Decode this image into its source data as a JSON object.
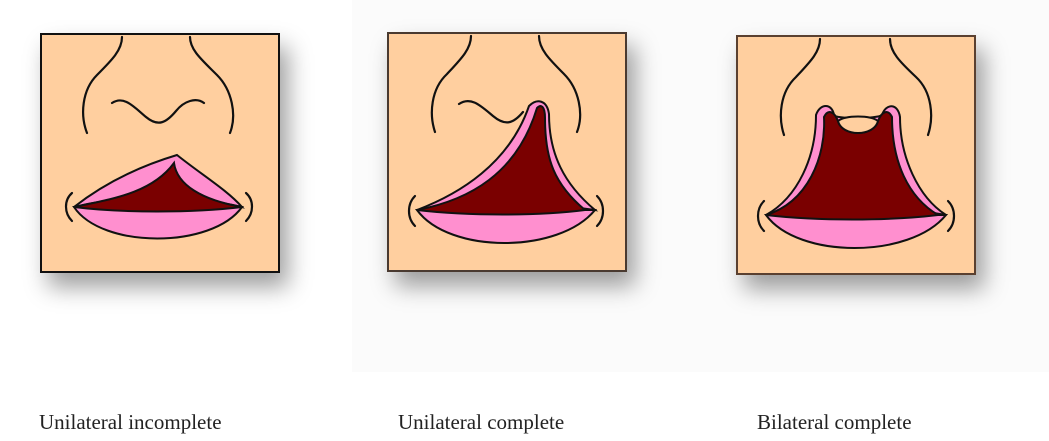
{
  "figure": {
    "panels": [
      {
        "caption": "Unilateral incomplete"
      },
      {
        "caption": "Unilateral complete"
      },
      {
        "caption": "Bilateral complete"
      }
    ],
    "colors": {
      "skin": "#ffcf9f",
      "lip": "#ff8fcf",
      "cleft": "#7a0000",
      "outline": "#111111"
    }
  }
}
